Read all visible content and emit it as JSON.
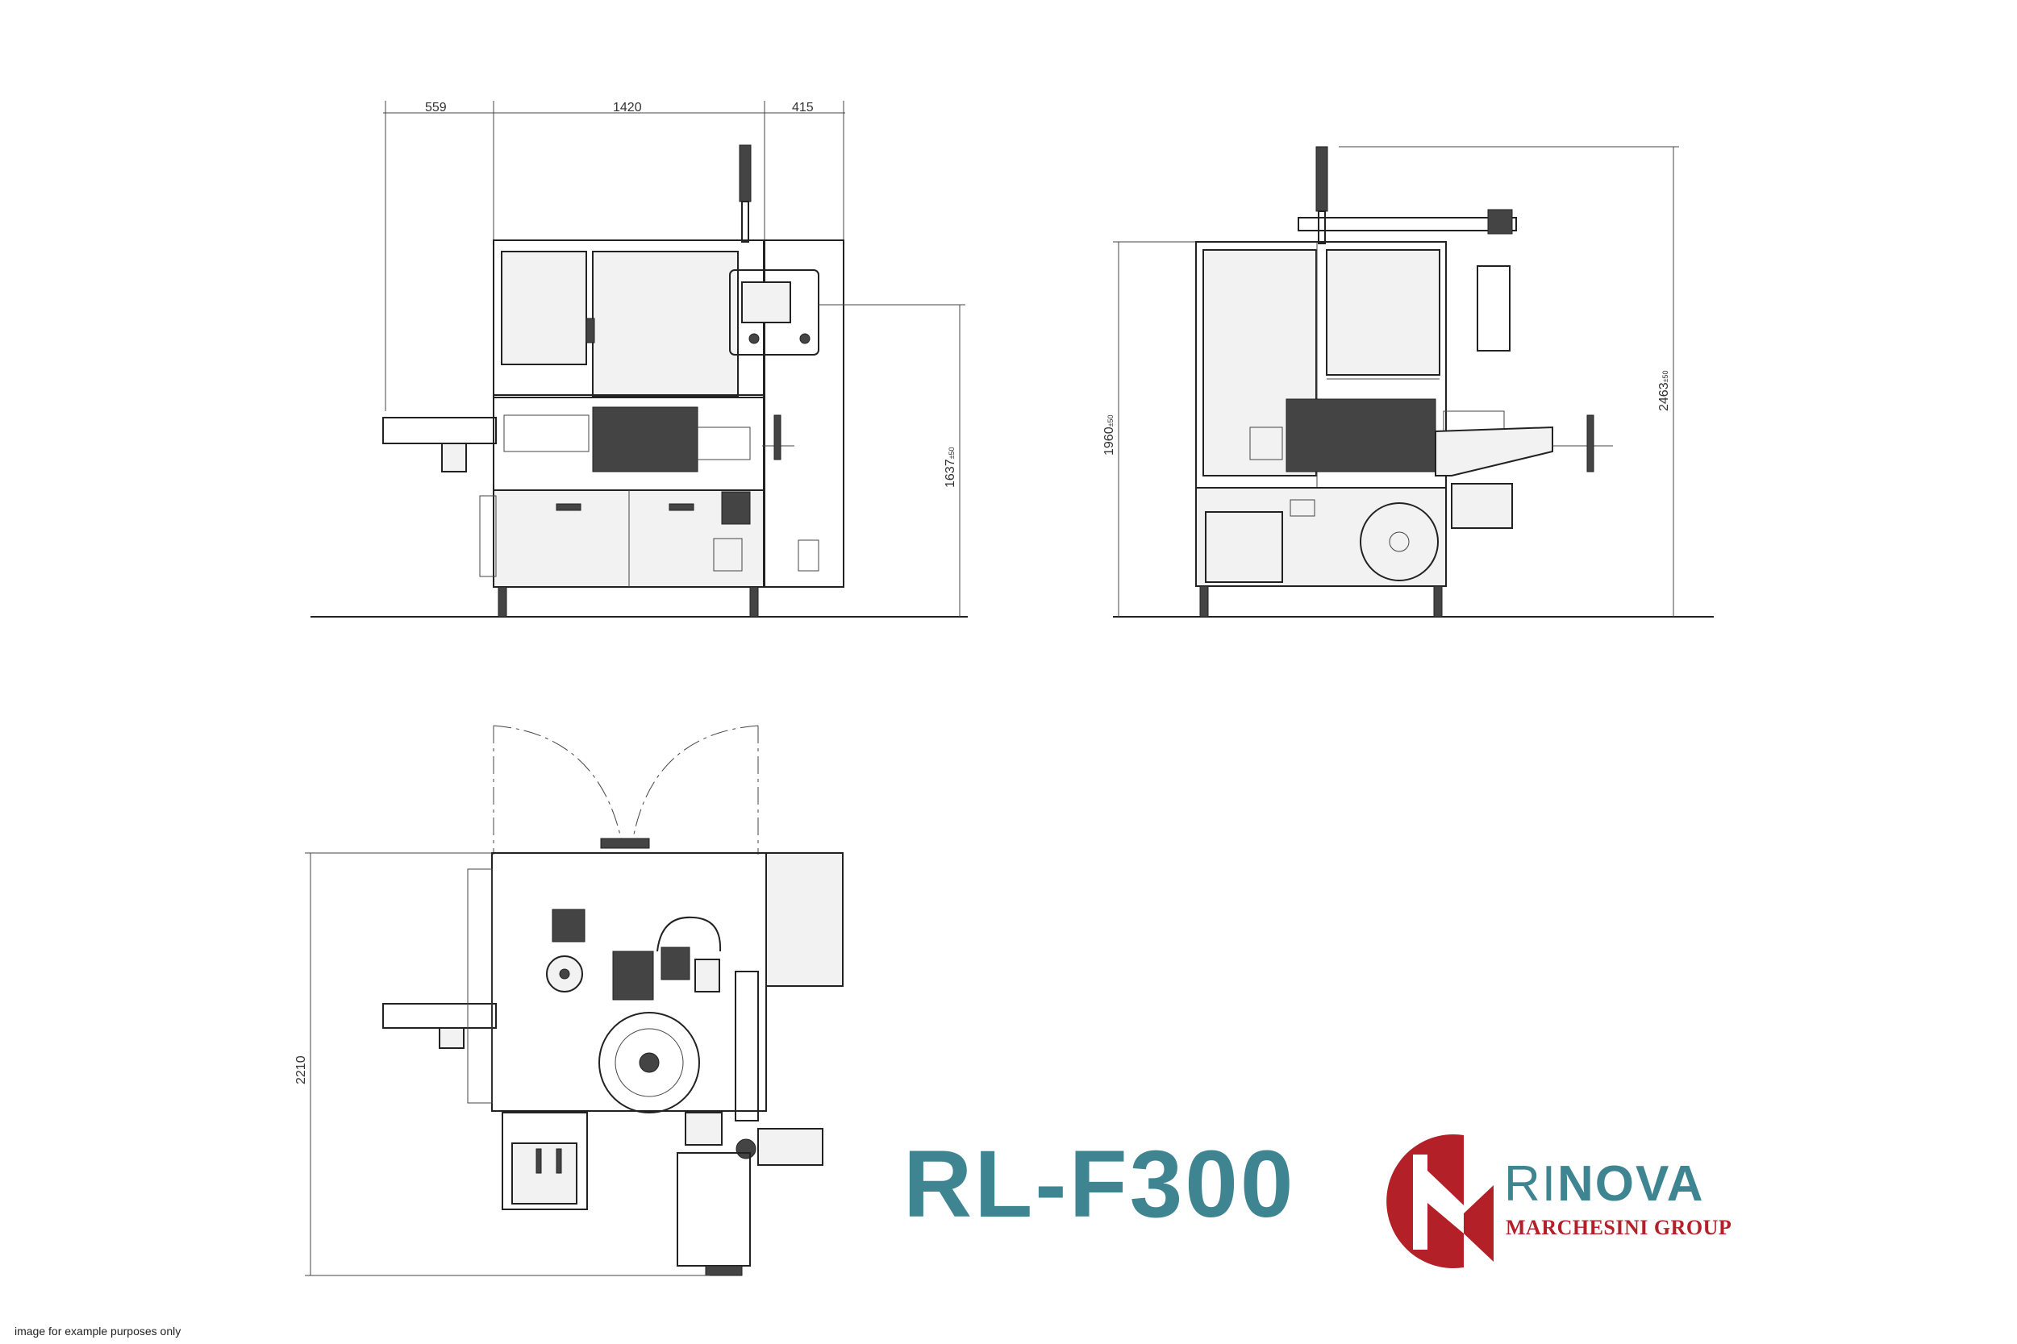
{
  "dimensions": {
    "w_left": "559",
    "w_center": "1420",
    "w_right": "415",
    "h_front": "1637",
    "h_side": "1960",
    "h_total": "2463",
    "tolerance": "±50",
    "depth": "2210"
  },
  "branding": {
    "model": "RL-F300",
    "brand_part1": "RI",
    "brand_part2": "NOVA",
    "group": "MARCHESINI GROUP",
    "logo_color": "#b42027",
    "accent_color": "#3f8591"
  },
  "note": "image for example purposes only"
}
